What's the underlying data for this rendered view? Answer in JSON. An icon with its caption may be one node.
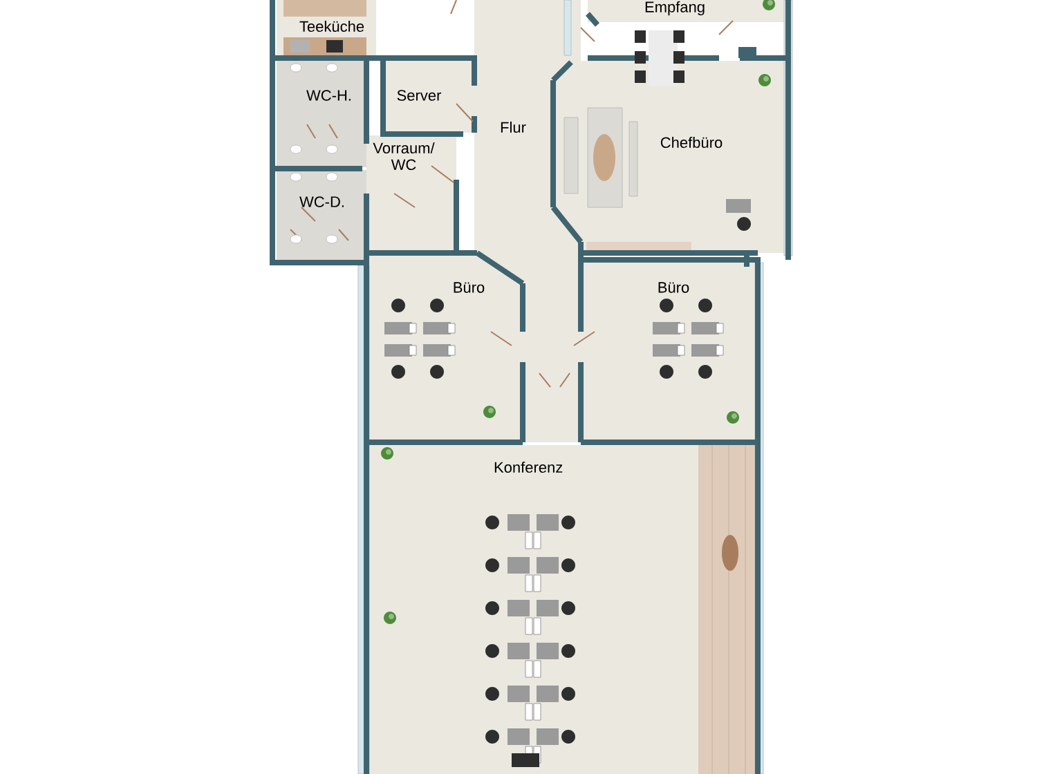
{
  "diagram": {
    "nodes": [
      {
        "text": [
          "Teeküche"
        ]
      },
      {
        "text": [
          "Empfang"
        ]
      },
      {
        "text": [
          "WC-H."
        ]
      },
      {
        "text": [
          "Server"
        ]
      },
      {
        "text": [
          "Flur"
        ]
      },
      {
        "text": [
          "Chefbüro"
        ]
      },
      {
        "text": [
          "Vorraum/ WC"
        ]
      },
      {
        "text": [
          "WC-D."
        ]
      },
      {
        "text": [
          "Büro"
        ]
      },
      {
        "text": [
          "Büro"
        ]
      },
      {
        "text": [
          "Konferenz"
        ]
      }
    ]
  }
}
